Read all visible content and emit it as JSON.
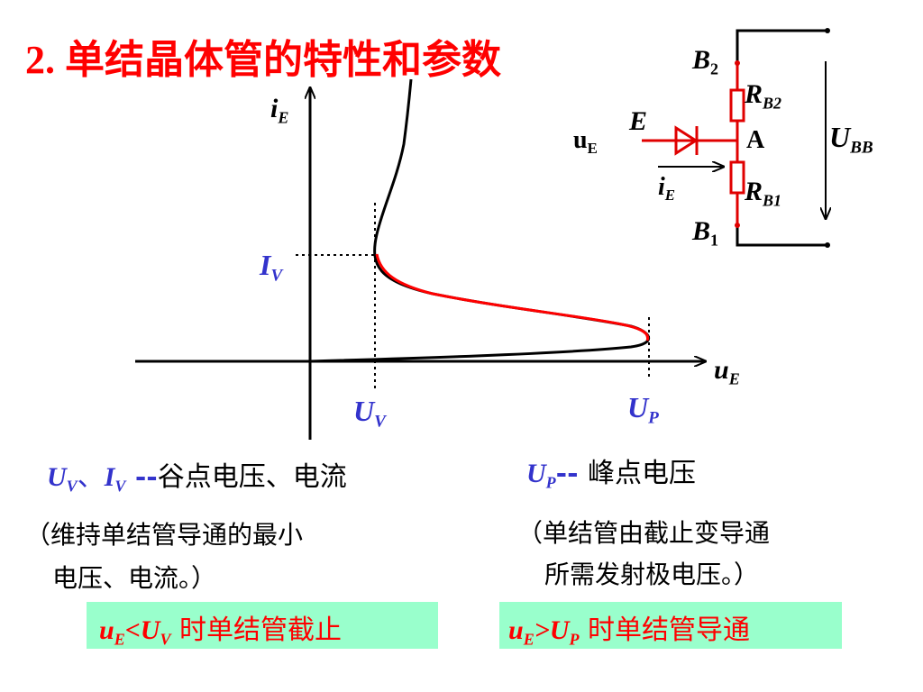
{
  "title": "2.  单结晶体管的特性和参数",
  "curve_labels": {
    "i_axis": {
      "main": "i",
      "sub": "E"
    },
    "u_axis": {
      "main": "u",
      "sub": "E"
    },
    "Iv": {
      "main": "I",
      "sub": "V"
    },
    "Uv": {
      "main": "U",
      "sub": "V"
    },
    "Up": {
      "main": "U",
      "sub": "P"
    }
  },
  "circuit": {
    "B2": {
      "main": "B",
      "sub": "2"
    },
    "B1": {
      "main": "B",
      "sub": "1"
    },
    "RB2": {
      "main": "R",
      "sub": "B2"
    },
    "RB1": {
      "main": "R",
      "sub": "B1"
    },
    "E": "E",
    "A": "A",
    "uE": {
      "main": "u",
      "sub": "E"
    },
    "iE": {
      "main": "i",
      "sub": "E"
    },
    "UBB": {
      "main": "U",
      "sub": "BB"
    }
  },
  "left_desc": {
    "u_main": "U",
    "u_sub": "V",
    "sep": "、",
    "i_main": "I",
    "i_sub": "V",
    "dash": " --",
    "text": "谷点电压、电流",
    "line1": "（维持单结管导通的最小",
    "line2": "电压、电流。）"
  },
  "right_desc": {
    "u_main": "U",
    "u_sub": "P",
    "dash": "-- ",
    "text": "峰点电压",
    "line1": "（单结管由截止变导通",
    "line2": "所需发射极电压。）"
  },
  "box_left": {
    "u": "u",
    "u_sub": "E",
    "op": "<U",
    "op_sub": "V",
    "text": " 时单结管截止"
  },
  "box_right": {
    "u": "u",
    "u_sub": "E",
    "op": ">U",
    "op_sub": "P",
    "text": " 时单结管导通"
  },
  "colors": {
    "title": "#ff0000",
    "label": "#3333cc",
    "curve_highlight": "#ff0000",
    "box": "#99ffcc"
  }
}
